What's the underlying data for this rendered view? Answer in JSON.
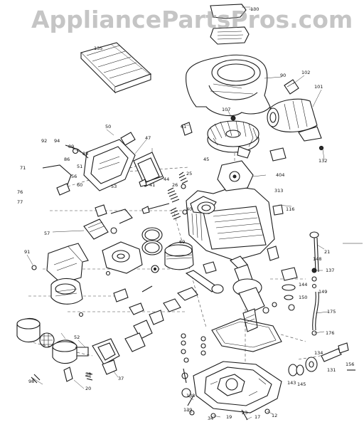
{
  "watermark": "AppliancePartsPros.com",
  "callouts": [
    "130",
    "135",
    "90",
    "102",
    "101",
    "107",
    "61",
    "132",
    "50",
    "47",
    "45",
    "404",
    "313",
    "116",
    "21",
    "137",
    "175",
    "176",
    "53",
    "57",
    "91",
    "71",
    "56",
    "60",
    "51",
    "52",
    "37",
    "20",
    "58",
    "138",
    "98",
    "139",
    "34",
    "19",
    "17",
    "12",
    "23",
    "26",
    "25",
    "40",
    "44",
    "41",
    "69",
    "156",
    "148",
    "144",
    "150",
    "143",
    "145",
    "149",
    "134",
    "131",
    "76",
    "77",
    "88",
    "89",
    "86",
    "94",
    "92"
  ]
}
